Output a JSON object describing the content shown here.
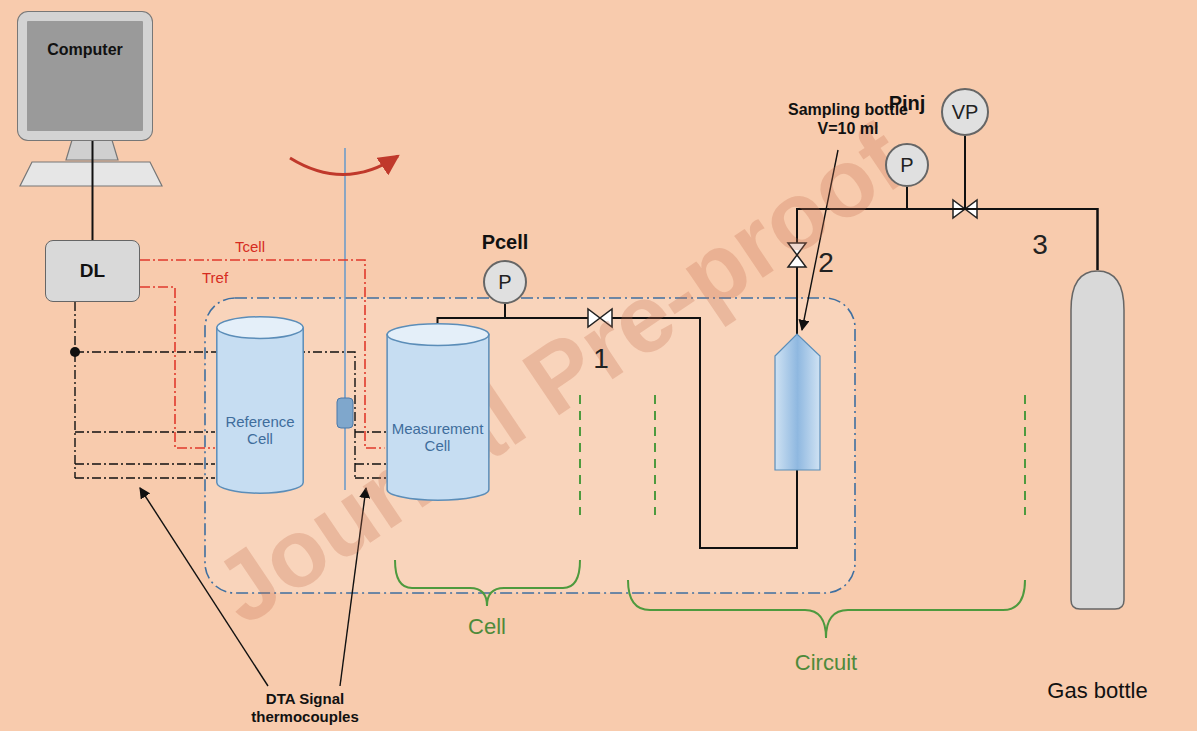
{
  "diagram": {
    "nodes": [
      {
        "text": [
          "Computer"
        ]
      },
      {
        "text": [
          "DL"
        ]
      },
      {
        "text": [
          "Reference Cell"
        ]
      },
      {
        "text": [
          "Measurement Cell"
        ]
      },
      {
        "text": [
          "Pcell",
          "P"
        ]
      },
      {
        "text": [
          "Pinj",
          "P"
        ]
      },
      {
        "text": [
          "VP"
        ]
      },
      {
        "text": [
          "Gas bottle"
        ]
      }
    ],
    "edges": [
      {
        "from": 0,
        "to": 1,
        "arrow": "none"
      },
      {
        "from": 1,
        "to": 3,
        "label": "Tcell",
        "arrow": "none"
      },
      {
        "from": 1,
        "to": 2,
        "label": "Tref",
        "arrow": "none"
      },
      {
        "from": 4,
        "to": 3,
        "arrow": "none"
      },
      {
        "from": 5,
        "to": 7,
        "arrow": "none"
      },
      {
        "from": 6,
        "to": 7,
        "arrow": "none"
      }
    ],
    "labels": [
      "1",
      "2",
      "3",
      "Sampling bottle V=10 ml",
      "Cell",
      "Circuit",
      "DTA Signal thermocouples",
      "Journal Pre-proof"
    ]
  }
}
